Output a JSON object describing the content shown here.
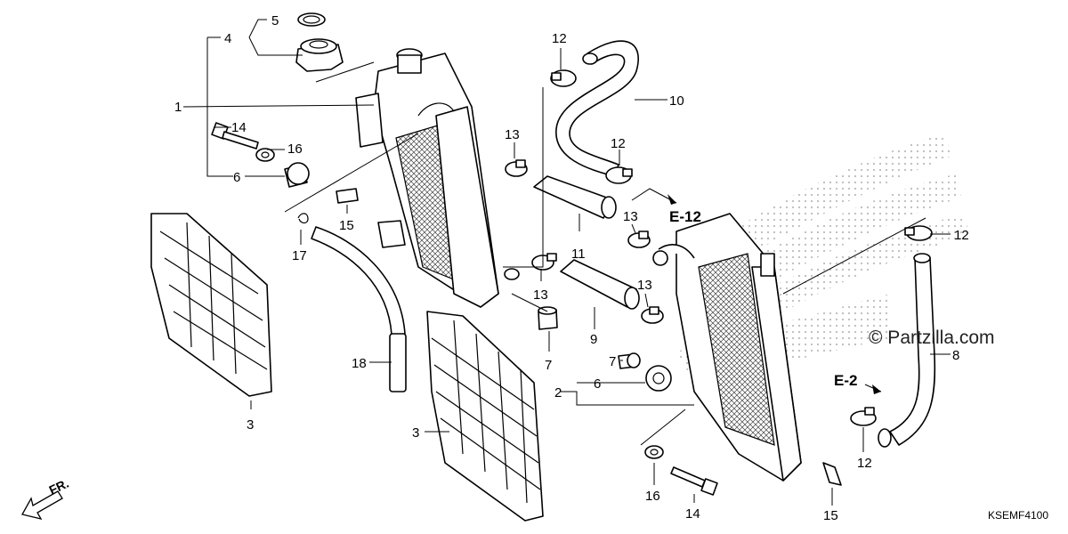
{
  "callouts": [
    {
      "id": "c1",
      "text": "1"
    },
    {
      "id": "c2",
      "text": "2"
    },
    {
      "id": "c3a",
      "text": "3"
    },
    {
      "id": "c3b",
      "text": "3"
    },
    {
      "id": "c4",
      "text": "4"
    },
    {
      "id": "c5",
      "text": "5"
    },
    {
      "id": "c6a",
      "text": "6"
    },
    {
      "id": "c6b",
      "text": "6"
    },
    {
      "id": "c7a",
      "text": "7"
    },
    {
      "id": "c7b",
      "text": "7"
    },
    {
      "id": "c8",
      "text": "8"
    },
    {
      "id": "c9",
      "text": "9"
    },
    {
      "id": "c10",
      "text": "10"
    },
    {
      "id": "c11",
      "text": "11"
    },
    {
      "id": "c12a",
      "text": "12"
    },
    {
      "id": "c12b",
      "text": "12"
    },
    {
      "id": "c12c",
      "text": "12"
    },
    {
      "id": "c12d",
      "text": "12"
    },
    {
      "id": "c13a",
      "text": "13"
    },
    {
      "id": "c13b",
      "text": "13"
    },
    {
      "id": "c13c",
      "text": "13"
    },
    {
      "id": "c13d",
      "text": "13"
    },
    {
      "id": "c14a",
      "text": "14"
    },
    {
      "id": "c14b",
      "text": "14"
    },
    {
      "id": "c15a",
      "text": "15"
    },
    {
      "id": "c15b",
      "text": "15"
    },
    {
      "id": "c16a",
      "text": "16"
    },
    {
      "id": "c16b",
      "text": "16"
    },
    {
      "id": "c17",
      "text": "17"
    },
    {
      "id": "c18",
      "text": "18"
    }
  ],
  "refs": {
    "e12": "E-12",
    "e2": "E-2"
  },
  "watermark": "© Partzilla.com",
  "diagram_code": "KSEMF4100",
  "front_label": "FR."
}
